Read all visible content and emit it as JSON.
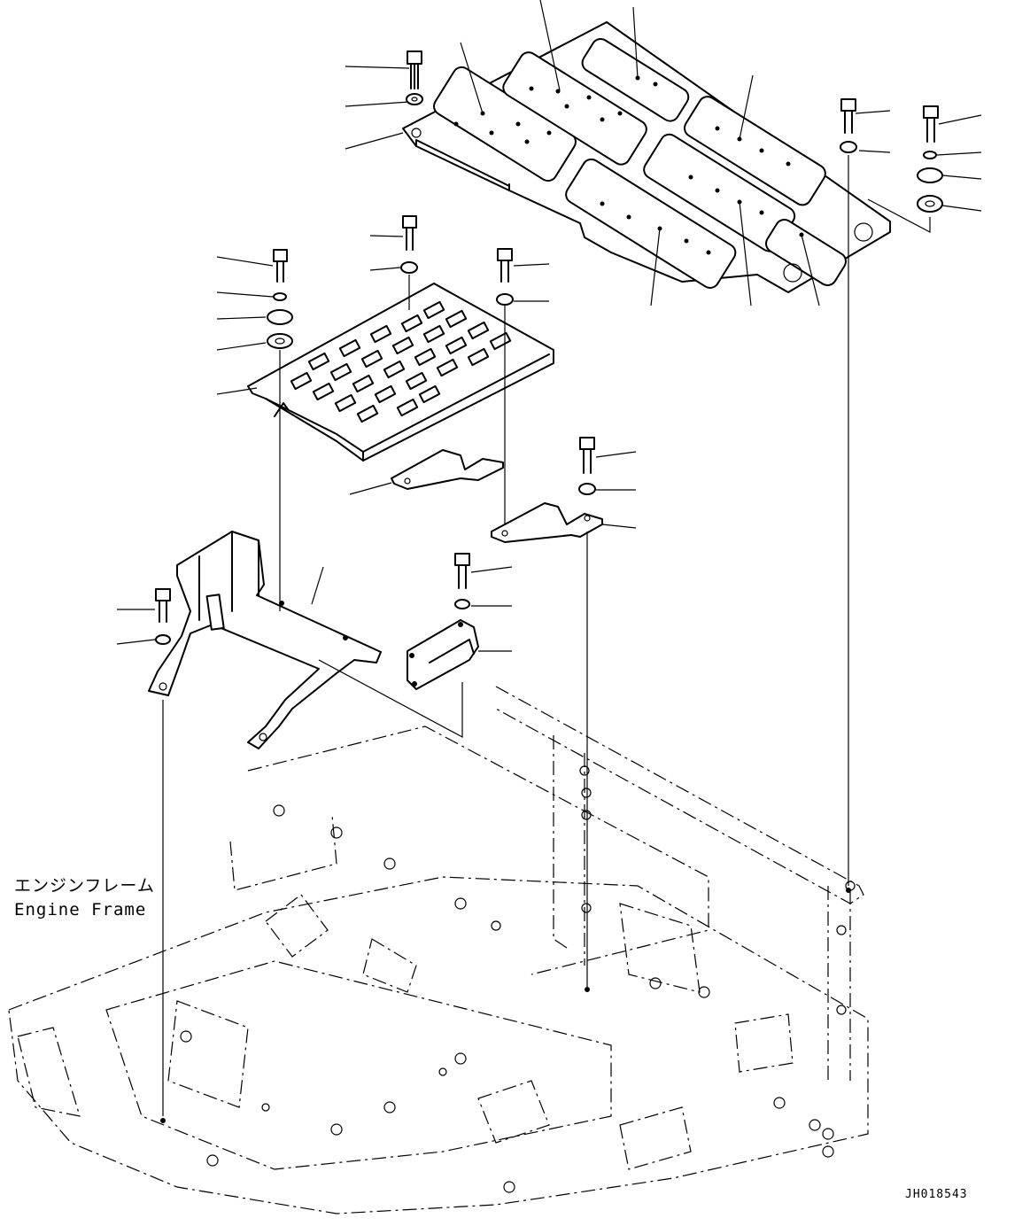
{
  "drawing": {
    "labels": {
      "engine_frame_jp": "エンジンフレーム",
      "engine_frame_en": "Engine Frame",
      "drawing_number": "JH018543"
    }
  }
}
